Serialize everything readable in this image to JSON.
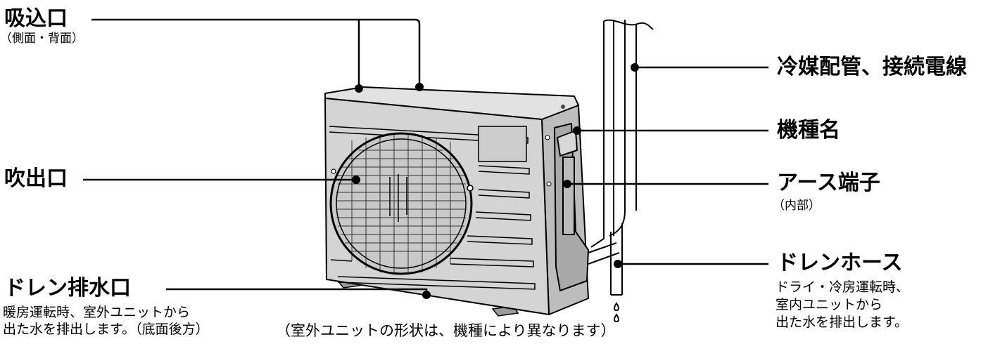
{
  "labels": {
    "intake": {
      "title": "吸込口",
      "sub": "（側面・背面）"
    },
    "outlet": {
      "title": "吹出口"
    },
    "drain_outlet": {
      "title": "ドレン排水口",
      "desc": [
        "暖房運転時、室外ユニットから",
        "出た水を排出します。（底面後方）"
      ]
    },
    "piping": {
      "title": "冷媒配管、接続電線"
    },
    "model": {
      "title": "機種名"
    },
    "earth": {
      "title": "アース端子",
      "sub": "（内部）"
    },
    "drain_hose": {
      "title": "ドレンホース",
      "desc": [
        "ドライ・冷房運転時、",
        "室内ユニットから",
        "出た水を排出します。"
      ]
    }
  },
  "caption": "（室外ユニットの形状は、機種により異なります）",
  "colors": {
    "unit": "#d4d4d4",
    "unit_top": "#e2e2e2",
    "unit_side": "#bdbdbd",
    "grille": "#c9c9c9",
    "line": "#000000"
  }
}
